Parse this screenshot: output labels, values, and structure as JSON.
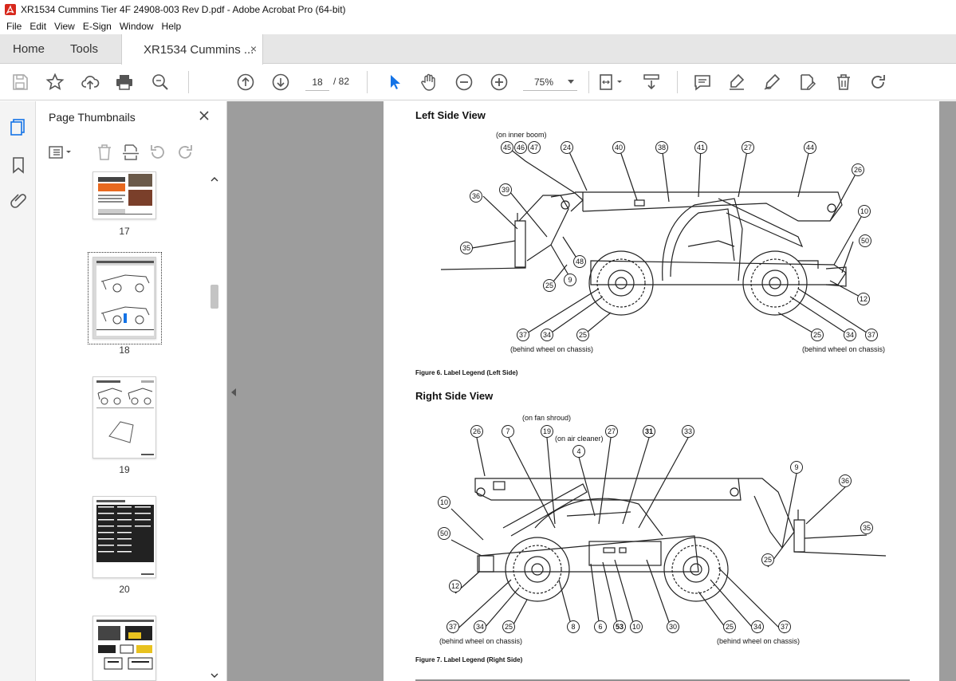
{
  "window": {
    "title": "XR1534 Cummins Tier 4F 24908-003 Rev D.pdf - Adobe Acrobat Pro (64-bit)"
  },
  "menu": [
    "File",
    "Edit",
    "View",
    "E-Sign",
    "Window",
    "Help"
  ],
  "tabs": {
    "home": "Home",
    "tools": "Tools",
    "document": "XR1534 Cummins ...",
    "close": "×"
  },
  "toolbar": {
    "current_page": "18",
    "total_pages": "/ 82",
    "zoom": "75%"
  },
  "thumbnails": {
    "title": "Page Thumbnails",
    "pages": [
      {
        "number": "17"
      },
      {
        "number": "18",
        "selected": true
      },
      {
        "number": "19"
      },
      {
        "number": "20"
      }
    ]
  },
  "document": {
    "left": {
      "heading": "Left Side View",
      "caption": "Figure 6. Label Legend (Left Side)",
      "notes": {
        "inner_boom": "(on inner boom)",
        "behind_left": "(behind wheel on chassis)",
        "behind_right": "(behind wheel on chassis)"
      },
      "callouts": {
        "c45": "45",
        "c46": "46",
        "c47": "47",
        "c24": "24",
        "c40": "40",
        "c38": "38",
        "c41": "41",
        "c27": "27",
        "c44": "44",
        "c26": "26",
        "c36": "36",
        "c39": "39",
        "c10": "10",
        "c50": "50",
        "c35": "35",
        "c48": "48",
        "c9": "9",
        "c25a": "25",
        "c12": "12",
        "c37a": "37",
        "c34a": "34",
        "c25b": "25",
        "c25c": "25",
        "c34b": "34",
        "c37b": "37"
      }
    },
    "right": {
      "heading": "Right Side View",
      "caption": "Figure 7. Label Legend (Right Side)",
      "notes": {
        "fan_shroud": "(on fan shroud)",
        "air_cleaner": "(on air cleaner)",
        "behind_left": "(behind wheel on chassis)",
        "behind_right": "(behind wheel on chassis)"
      },
      "callouts": {
        "c26": "26",
        "c7": "7",
        "c19": "19",
        "c27": "27",
        "c31": "31",
        "c33": "33",
        "c4": "4",
        "c9": "9",
        "c36": "36",
        "c10a": "10",
        "c50": "50",
        "c35": "35",
        "c25a": "25",
        "c12": "12",
        "c37a": "37",
        "c34a": "34",
        "c25b": "25",
        "c8": "8",
        "c6": "6",
        "c53": "53",
        "c10b": "10",
        "c30": "30",
        "c25c": "25",
        "c34b": "34",
        "c37b": "37"
      }
    }
  },
  "colors": {
    "accent": "#1473e6",
    "doc_bg": "#9d9d9d",
    "tab_bg": "#e6e6e6"
  },
  "icons": [
    "acrobat-icon",
    "save-icon",
    "star-icon",
    "upload-icon",
    "print-icon",
    "zoom-search-icon",
    "page-up-icon",
    "page-down-icon",
    "select-cursor-icon",
    "hand-icon",
    "zoom-out-icon",
    "zoom-in-icon",
    "fit-page-icon",
    "scroll-mode-icon",
    "comment-icon",
    "highlight-icon",
    "sign-icon",
    "edit-pdf-icon",
    "delete-icon",
    "redo-icon"
  ]
}
